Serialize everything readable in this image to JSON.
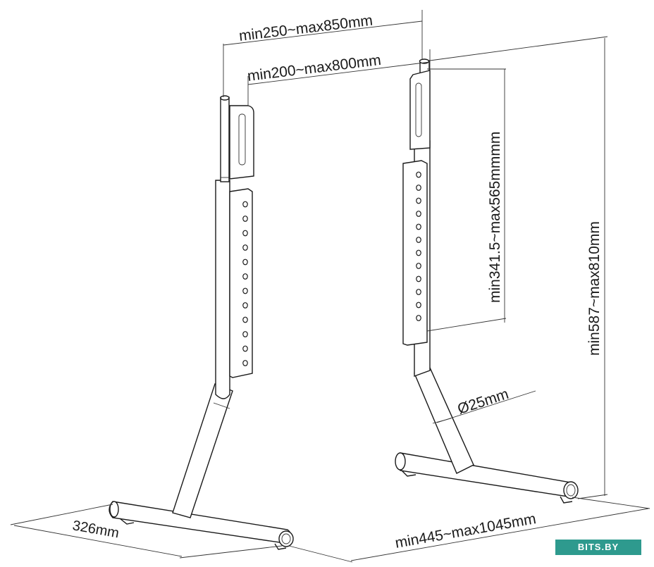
{
  "dimensions": {
    "upright_spacing_outer": "min250~max850mm",
    "upright_spacing_inner": "min200~max800mm",
    "bracket_height": "min341.5~max565mmmm",
    "total_height": "min587~max810mm",
    "tube_diameter": "Ø25mm",
    "foot_depth": "326mm",
    "foot_span": "min445~max1045mm"
  },
  "watermark": {
    "text": "BITS.BY",
    "color": "#2e9a8e"
  }
}
